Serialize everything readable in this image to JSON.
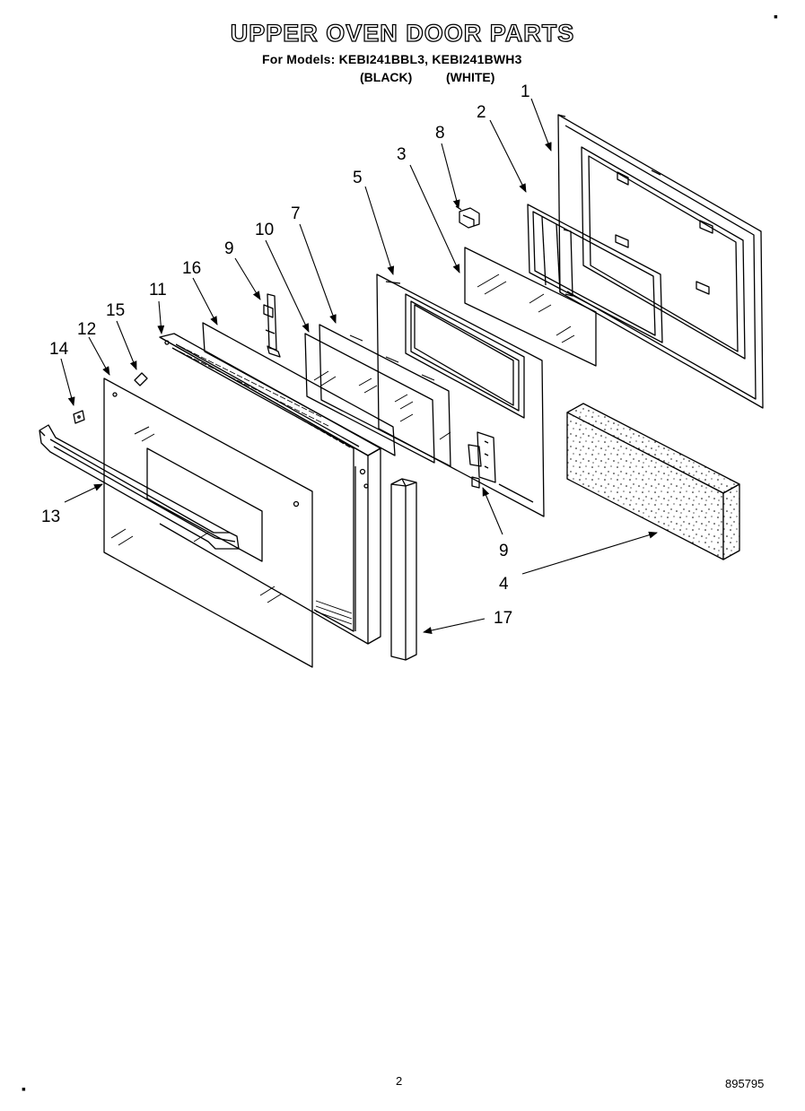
{
  "header": {
    "title": "UPPER OVEN DOOR PARTS",
    "models_line": "For Models: KEBI241BBL3, KEBI241BWH3",
    "color_black": "(BLACK)",
    "color_white": "(WHITE)"
  },
  "callouts": {
    "c1": "1",
    "c2": "2",
    "c3": "3",
    "c4": "4",
    "c5": "5",
    "c7": "7",
    "c8": "8",
    "c9a": "9",
    "c9b": "9",
    "c10": "10",
    "c11": "11",
    "c12": "12",
    "c13": "13",
    "c14": "14",
    "c15": "15",
    "c16": "16",
    "c17": "17"
  },
  "footer": {
    "page_number": "2",
    "document_number": "895795"
  }
}
